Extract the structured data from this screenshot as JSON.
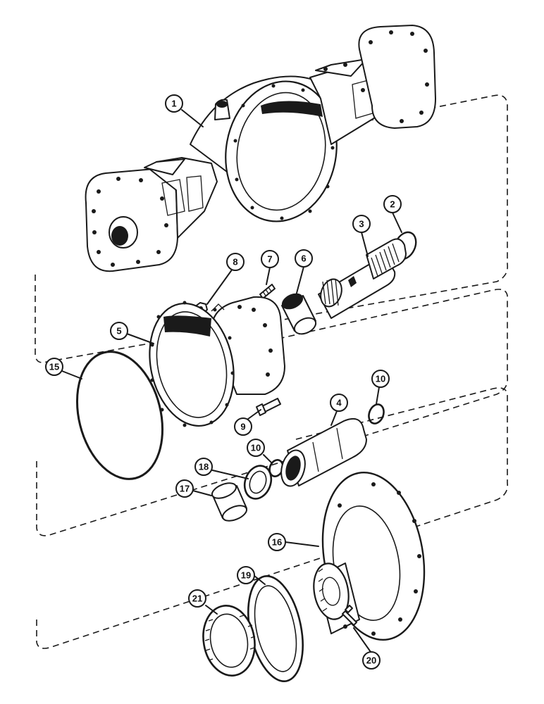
{
  "diagram": {
    "callouts": [
      {
        "id": "1",
        "label": "1"
      },
      {
        "id": "2",
        "label": "2"
      },
      {
        "id": "3",
        "label": "3"
      },
      {
        "id": "4",
        "label": "4"
      },
      {
        "id": "5",
        "label": "5"
      },
      {
        "id": "6",
        "label": "6"
      },
      {
        "id": "7",
        "label": "7"
      },
      {
        "id": "8",
        "label": "8"
      },
      {
        "id": "9",
        "label": "9"
      },
      {
        "id": "10a",
        "label": "10"
      },
      {
        "id": "10b",
        "label": "10"
      },
      {
        "id": "15",
        "label": "15"
      },
      {
        "id": "16",
        "label": "16"
      },
      {
        "id": "17",
        "label": "17"
      },
      {
        "id": "18",
        "label": "18"
      },
      {
        "id": "19",
        "label": "19"
      },
      {
        "id": "20",
        "label": "20"
      },
      {
        "id": "21",
        "label": "21"
      }
    ]
  }
}
